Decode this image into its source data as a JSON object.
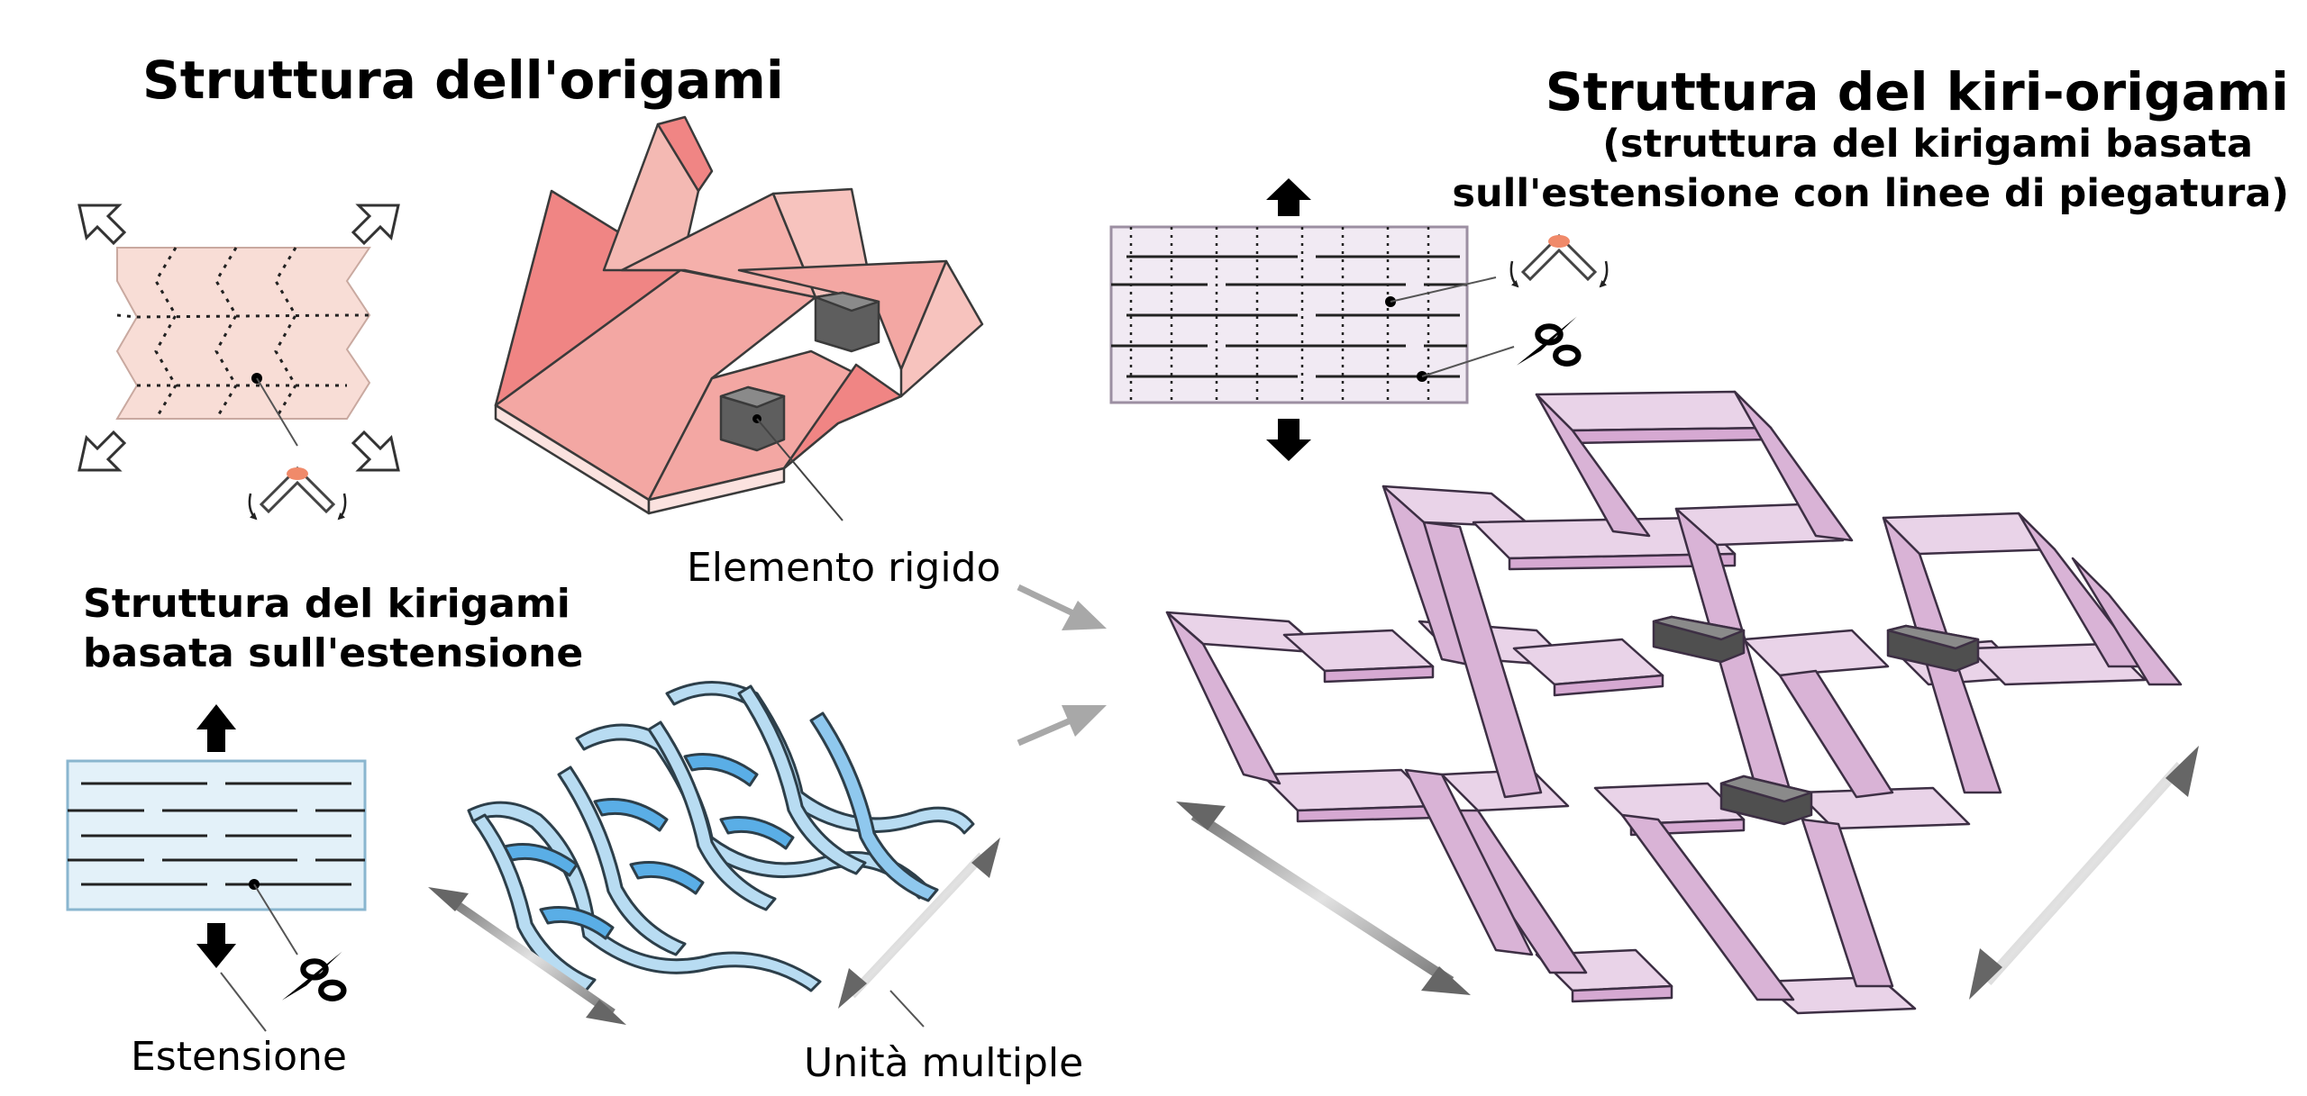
{
  "titles": {
    "origami": "Struttura dell'origami",
    "kiri_origami": "Struttura del kiri-origami",
    "kiri_origami_sub_line1": "(struttura del kirigami basata",
    "kiri_origami_sub_line2": "sull'estensione con linee di piegatura)",
    "kirigami_line1": "Struttura del kirigami",
    "kirigami_line2": "basata sull'estensione"
  },
  "labels": {
    "rigid_element": "Elemento rigido",
    "extension": "Estensione",
    "multiple_units": "Unità multiple"
  },
  "colors": {
    "origami": "#f2a9a9",
    "kirigami": "#b8dcf2",
    "kiri_origami": "#d9b3d6",
    "rigid": "#555555",
    "arrow_gray": "#9a9a9a"
  }
}
